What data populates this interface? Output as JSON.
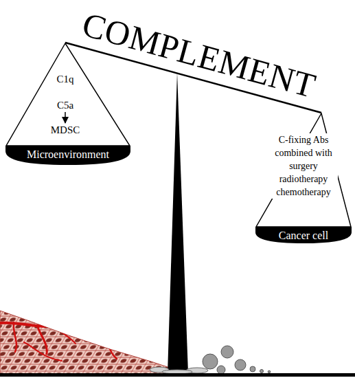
{
  "diagram": {
    "title": "COMPLEMENT",
    "nodes": [
      {
        "text": [
          "Microenvironment"
        ]
      },
      {
        "text": [
          "C1q"
        ],
        "in": 0
      },
      {
        "text": [
          "C5a"
        ],
        "in": 0
      },
      {
        "text": [
          "MDSC"
        ],
        "in": 0
      },
      {
        "text": [
          "C-fixing Abs combined with surgery radiotherapy chemotherapy",
          "Cancer cell"
        ]
      }
    ],
    "edges": [
      {
        "from": 2,
        "to": 3,
        "arrow": "to"
      }
    ]
  }
}
